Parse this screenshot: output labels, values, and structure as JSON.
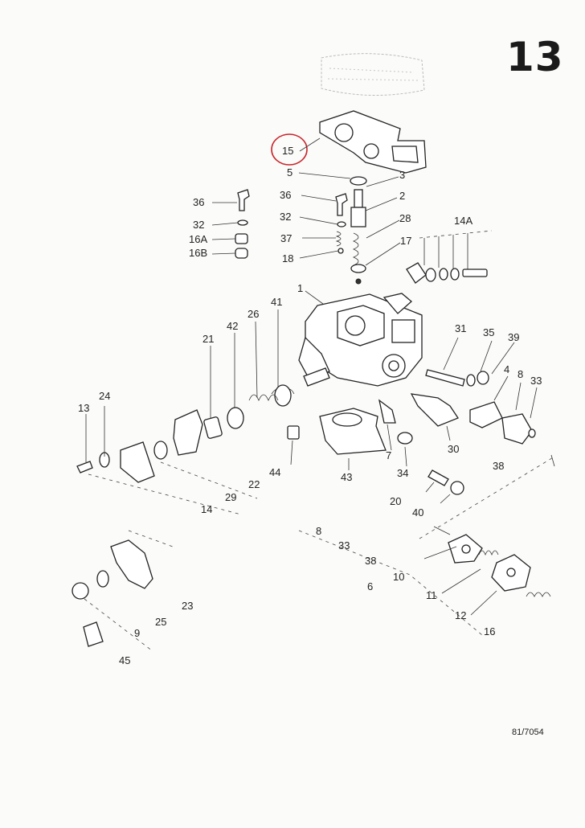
{
  "page_number": "13",
  "reference_code": "81/7054",
  "highlight_color": "#c8252c",
  "labels": {
    "15": "15",
    "5": "5",
    "3": "3",
    "36a": "36",
    "36b": "36",
    "2": "2",
    "32a": "32",
    "32b": "32",
    "28": "28",
    "16A": "16A",
    "37": "37",
    "17": "17",
    "16B": "16B",
    "18": "18",
    "14A": "14A",
    "1": "1",
    "41": "41",
    "26": "26",
    "42": "42",
    "21": "21",
    "31": "31",
    "35": "35",
    "39": "39",
    "4": "4",
    "8a": "8",
    "33a": "33",
    "24": "24",
    "13": "13",
    "44": "44",
    "43": "43",
    "7": "7",
    "34": "34",
    "30": "30",
    "38a": "38",
    "22": "22",
    "29": "29",
    "14": "14",
    "20": "20",
    "40": "40",
    "8b": "8",
    "33b": "33",
    "38b": "38",
    "6": "6",
    "10": "10",
    "11": "11",
    "12": "12",
    "16b": "16",
    "23": "23",
    "25": "25",
    "9": "9",
    "45": "45"
  }
}
